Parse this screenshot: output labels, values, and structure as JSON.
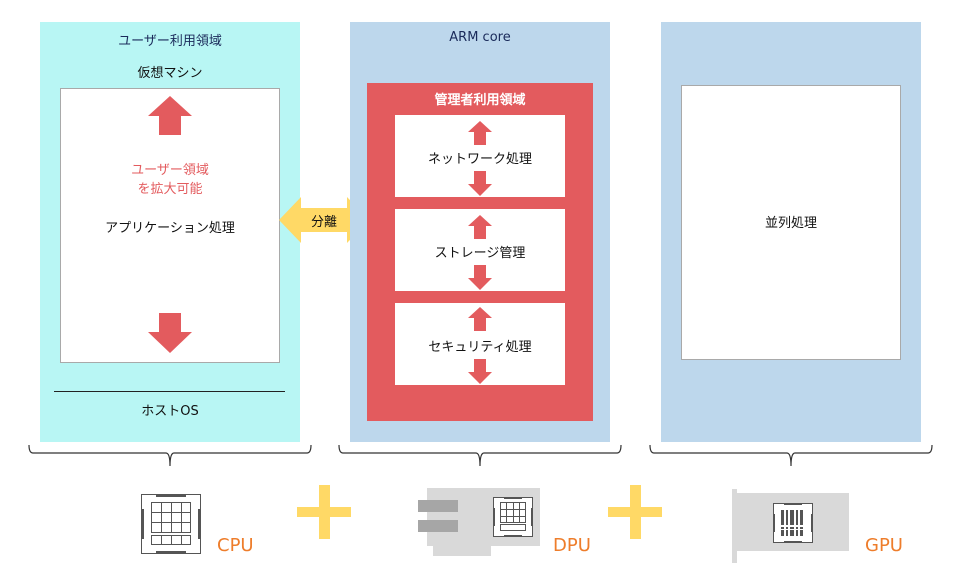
{
  "colors": {
    "user_area_bg": "#b8f6f4",
    "arm_area_bg": "#bdd7ec",
    "admin_area_bg": "#e35b5e",
    "arrow_red": "#e35b5e",
    "separation_arrow": "#ffd966",
    "plus": "#ffd966",
    "chip_label": "#ee7d2b",
    "card_gray": "#d9d9d9"
  },
  "user_column": {
    "title": "ユーザー利用領域",
    "vm_label": "仮想マシン",
    "expand_note_line1": "ユーザー領域",
    "expand_note_line2": "を拡大可能",
    "app_label": "アプリケーション処理",
    "host_os": "ホストOS"
  },
  "separation": {
    "label": "分離"
  },
  "arm_column": {
    "title": "ARM core",
    "admin_title": "管理者利用領域",
    "processes": [
      {
        "label": "ネットワーク処理"
      },
      {
        "label": "ストレージ管理"
      },
      {
        "label": "セキュリティ処理"
      }
    ]
  },
  "gpu_column": {
    "parallel_label": "並列処理"
  },
  "hardware": [
    {
      "label": "CPU",
      "icon": "cpu-chip-icon"
    },
    {
      "label": "DPU",
      "icon": "dpu-card-icon"
    },
    {
      "label": "GPU",
      "icon": "gpu-card-icon"
    }
  ],
  "plus_signs": [
    "plus-icon",
    "plus-icon"
  ]
}
